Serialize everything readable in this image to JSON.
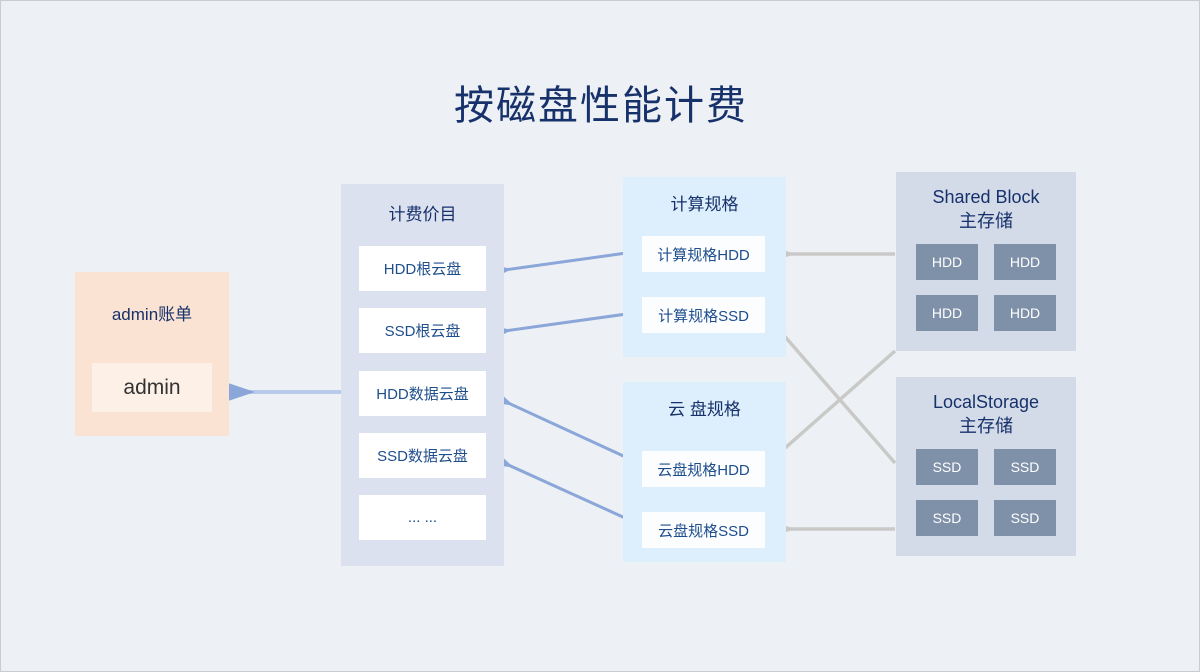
{
  "title": "按磁盘性能计费",
  "colors": {
    "background": "#edf1f5",
    "title_text": "#17316b",
    "account_panel": "#fae3d2",
    "account_chip": "#fdf0e7",
    "billing_panel": "#dbe1ef",
    "spec_panel": "#ddeefc",
    "storage_panel": "#d3dae8",
    "disk_cell": "#7f90a9",
    "blue_arrow": "#8ba6d9",
    "grey_arrow": "#c9c9c7"
  },
  "account_panel": {
    "title": "admin账单",
    "chip_label": "admin"
  },
  "billing_panel": {
    "title": "计费价目",
    "items": [
      {
        "label": "HDD根云盘"
      },
      {
        "label": "SSD根云盘"
      },
      {
        "label": "HDD数据云盘"
      },
      {
        "label": "SSD数据云盘"
      },
      {
        "label": "... ..."
      }
    ]
  },
  "compute_spec_panel": {
    "title": "计算规格",
    "items": [
      {
        "label": "计算规格HDD"
      },
      {
        "label": "计算规格SSD"
      }
    ]
  },
  "disk_spec_panel": {
    "title": "云 盘规格",
    "items": [
      {
        "label": "云盘规格HDD"
      },
      {
        "label": "云盘规格SSD"
      }
    ]
  },
  "shared_block_panel": {
    "title_line1": "Shared Block",
    "title_line2": "主存储",
    "disks": [
      {
        "label": "HDD"
      },
      {
        "label": "HDD"
      },
      {
        "label": "HDD"
      },
      {
        "label": "HDD"
      }
    ]
  },
  "local_storage_panel": {
    "title_line1": "LocalStorage",
    "title_line2": "主存储",
    "disks": [
      {
        "label": "SSD"
      },
      {
        "label": "SSD"
      },
      {
        "label": "SSD"
      },
      {
        "label": "SSD"
      }
    ]
  },
  "connections": [
    {
      "name": "billing-to-account",
      "from": "HDD数据云盘",
      "to": "admin",
      "color": "blue"
    },
    {
      "name": "compute-hdd-to-hdd-root",
      "from": "计算规格HDD",
      "to": "HDD根云盘",
      "color": "blue"
    },
    {
      "name": "compute-ssd-to-ssd-root",
      "from": "计算规格SSD",
      "to": "SSD根云盘",
      "color": "blue"
    },
    {
      "name": "disk-hdd-to-hdd-data",
      "from": "云盘规格HDD",
      "to": "HDD数据云盘",
      "color": "blue"
    },
    {
      "name": "disk-ssd-to-ssd-data",
      "from": "云盘规格SSD",
      "to": "SSD数据云盘",
      "color": "blue"
    },
    {
      "name": "shared-block-to-compute-hdd",
      "from": "Shared Block 主存储",
      "to": "计算规格HDD",
      "color": "grey"
    },
    {
      "name": "shared-block-to-disk-hdd",
      "from": "Shared Block 主存储",
      "to": "云盘规格HDD",
      "color": "grey"
    },
    {
      "name": "local-storage-to-compute-ssd",
      "from": "LocalStorage 主存储",
      "to": "计算规格SSD",
      "color": "grey"
    },
    {
      "name": "local-storage-to-disk-ssd",
      "from": "LocalStorage 主存储",
      "to": "云盘规格SSD",
      "color": "grey"
    }
  ]
}
